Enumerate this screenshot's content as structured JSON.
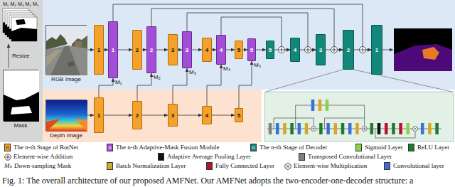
{
  "diagram": {
    "caption": "Fig. 1: The overall architecture of our proposed AMFNet. Our AMFNet adopts the two-encoder-one-decoder structure: a",
    "nodes": [
      {
        "text": [
          "Mask"
        ]
      },
      {
        "text": [
          "RGB Image"
        ]
      },
      {
        "text": [
          "1"
        ]
      },
      {
        "text": [
          "1"
        ]
      },
      {
        "text": [
          "2"
        ]
      },
      {
        "text": [
          "2"
        ]
      },
      {
        "text": [
          "3"
        ]
      },
      {
        "text": [
          "3"
        ]
      },
      {
        "text": [
          "4"
        ]
      },
      {
        "text": [
          "4"
        ]
      },
      {
        "text": [
          "5"
        ]
      },
      {
        "text": [
          "5"
        ]
      },
      {
        "text": [
          "5"
        ]
      },
      {
        "text": [
          "4"
        ]
      },
      {
        "text": [
          "3"
        ]
      },
      {
        "text": [
          "2"
        ]
      },
      {
        "text": [
          "1"
        ]
      },
      {
        "text": [
          "Depth Image"
        ]
      },
      {
        "text": [
          "1"
        ]
      },
      {
        "text": [
          "2"
        ]
      },
      {
        "text": [
          "3"
        ]
      },
      {
        "text": [
          "4"
        ]
      },
      {
        "text": [
          "5"
        ]
      }
    ],
    "edges": [
      {
        "from": 1,
        "to": 2,
        "arrow": "to"
      },
      {
        "from": 2,
        "to": 3,
        "arrow": "to"
      },
      {
        "from": 3,
        "to": 4,
        "arrow": "to"
      },
      {
        "from": 4,
        "to": 5,
        "arrow": "to"
      },
      {
        "from": 5,
        "to": 6,
        "arrow": "to"
      },
      {
        "from": 6,
        "to": 7,
        "arrow": "to"
      },
      {
        "from": 7,
        "to": 8,
        "arrow": "to"
      },
      {
        "from": 8,
        "to": 9,
        "arrow": "to"
      },
      {
        "from": 9,
        "to": 10,
        "arrow": "to"
      },
      {
        "from": 10,
        "to": 11,
        "arrow": "to"
      },
      {
        "from": 11,
        "to": 12,
        "arrow": "to"
      },
      {
        "from": 12,
        "to": 13,
        "arrow": "to"
      },
      {
        "from": 13,
        "to": 14,
        "arrow": "to"
      },
      {
        "from": 14,
        "to": 15,
        "arrow": "to"
      },
      {
        "from": 15,
        "to": 16,
        "arrow": "to"
      },
      {
        "from": 17,
        "to": 18,
        "arrow": "to"
      },
      {
        "from": 18,
        "to": 19,
        "arrow": "to"
      },
      {
        "from": 19,
        "to": 20,
        "arrow": "to"
      },
      {
        "from": 20,
        "to": 21,
        "arrow": "to"
      },
      {
        "from": 21,
        "to": 22,
        "arrow": "to"
      },
      {
        "from": 18,
        "to": 3,
        "arrow": "to"
      },
      {
        "from": 19,
        "to": 5,
        "arrow": "to"
      },
      {
        "from": 20,
        "to": 7,
        "arrow": "to"
      },
      {
        "from": 21,
        "to": 9,
        "arrow": "to"
      },
      {
        "from": 22,
        "to": 11,
        "arrow": "to"
      },
      {
        "from": 3,
        "to": 16,
        "arrow": "to"
      },
      {
        "from": 5,
        "to": 15,
        "arrow": "to"
      },
      {
        "from": 7,
        "to": 14,
        "arrow": "to"
      },
      {
        "from": 9,
        "to": 13,
        "arrow": "to"
      }
    ],
    "labels": [
      "M₁",
      "M₂",
      "M₃",
      "M₄",
      "M₅",
      "Resize",
      "M₁",
      "M₂",
      "M₃",
      "M₄",
      "M₅",
      "n",
      "n",
      "n",
      "Mₙ"
    ],
    "legend": [
      {
        "text": "The n-th Stage of BotNet",
        "color": "#f4a22b"
      },
      {
        "text": "The n-th Adaptive-Mask Fusion Module",
        "color": "#a24fd6"
      },
      {
        "text": "The n-th Stage of Decoder",
        "color": "#12877a"
      },
      {
        "text": "Sigmoid Layer",
        "color": "#8bd24a"
      },
      {
        "text": "ReLU Layer",
        "color": "#1f7a2e"
      },
      {
        "text": "Element-wise Addition"
      },
      {
        "text": "Adaptive Average Pooling Layer",
        "color": "#111111"
      },
      {
        "text": "Transposed Convolutional Layer",
        "color": "#808080"
      },
      {
        "text": "Down-sampling Mask"
      },
      {
        "text": "Batch Normalization Layer",
        "color": "#d4a62a"
      },
      {
        "text": "Fully Connected Layer",
        "color": "#b3162c"
      },
      {
        "text": "Element-wise Multiplication"
      },
      {
        "text": "Convolutional layer",
        "color": "#3a6fd8"
      }
    ]
  }
}
